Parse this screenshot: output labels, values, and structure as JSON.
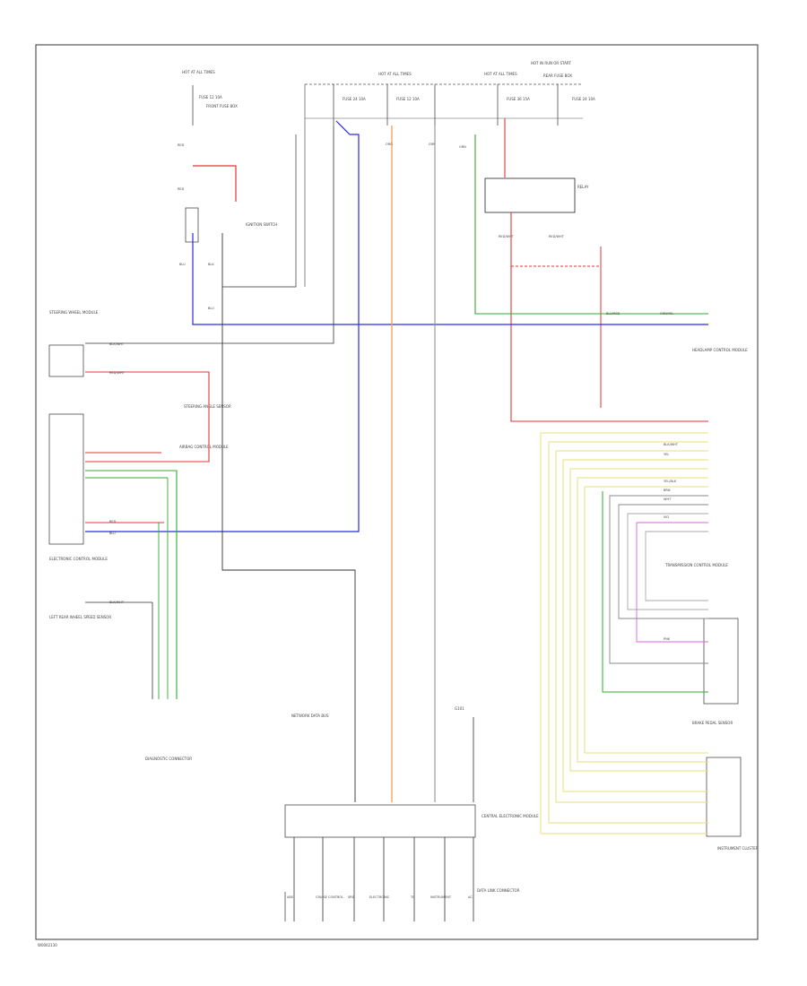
{
  "footer_code": "W0002130",
  "fuses": [
    {
      "id": "f1",
      "caption": "HOT AT ALL TIMES",
      "fuse": "FUSE 12 10A"
    },
    {
      "id": "f2",
      "caption": "HOT AT ALL TIMES",
      "fuse": "FUSE 24 10A"
    },
    {
      "id": "f3",
      "caption": "HOT AT ALL TIMES",
      "fuse": "FUSE 12 10A"
    },
    {
      "id": "f4",
      "caption": "HOT AT ALL TIMES",
      "fuse": "FUSE 36 15A"
    },
    {
      "id": "f5",
      "caption": "HOT IN RUN OR START",
      "fuse": "FUSE 24 10A"
    }
  ],
  "fuse_box_left": "FRONT FUSE BOX",
  "fuse_box_right": "REAR FUSE BOX",
  "components": {
    "ignition_switch": "IGNITION SWITCH",
    "relay": "RELAY",
    "steering_module": "STEERING WHEEL MODULE",
    "steering_sensor": "STEERING ANGLE SENSOR",
    "electronic_control_module": "ELECTRONIC CONTROL MODULE",
    "airbag_control_module": "AIRBAG CONTROL MODULE",
    "left_rear_wheel_sensor": "LEFT REAR WHEEL SPEED SENSOR",
    "diagnostic_connector": "DIAGNOSTIC CONNECTOR",
    "ground_point": "G101",
    "central_module": "CENTRAL ELECTRONIC MODULE",
    "network_data_bus": "NETWORK DATA BUS",
    "headlamp_module": "HEADLAMP CONTROL MODULE",
    "transmission_module": "TRANSMISSION CONTROL MODULE",
    "brake_sensor": "BRAKE PEDAL SENSOR",
    "instrument_cluster": "INSTRUMENT CLUSTER",
    "data_link": "DATA LINK CONNECTOR"
  },
  "wires": {
    "red": "RED",
    "blu": "BLU",
    "blk": "BLK",
    "grn": "GRN",
    "org": "ORG",
    "gry": "GRY",
    "yel": "YEL",
    "red_wht": "RED/WHT",
    "blu_red": "BLU/RED",
    "grn_yel": "GRN/YEL",
    "blk_wht": "BLK/WHT",
    "yel_blk": "YEL/BLK",
    "vio": "VIO",
    "brn": "BRN",
    "wht": "WHT",
    "pnk": "PNK"
  },
  "bottom_labels": [
    "ABS",
    "CRUISE CONTROL",
    "SRS",
    "ELECTRONIC",
    "TC",
    "INSTRUMENT",
    "AC"
  ],
  "colors": {
    "red": "#e63333",
    "blue": "#2a2ae6",
    "green": "#33aa33",
    "orange": "#f0a050",
    "gray": "#888888",
    "yellow": "#e8e07a",
    "pink": "#e060e0",
    "black": "#333333"
  }
}
